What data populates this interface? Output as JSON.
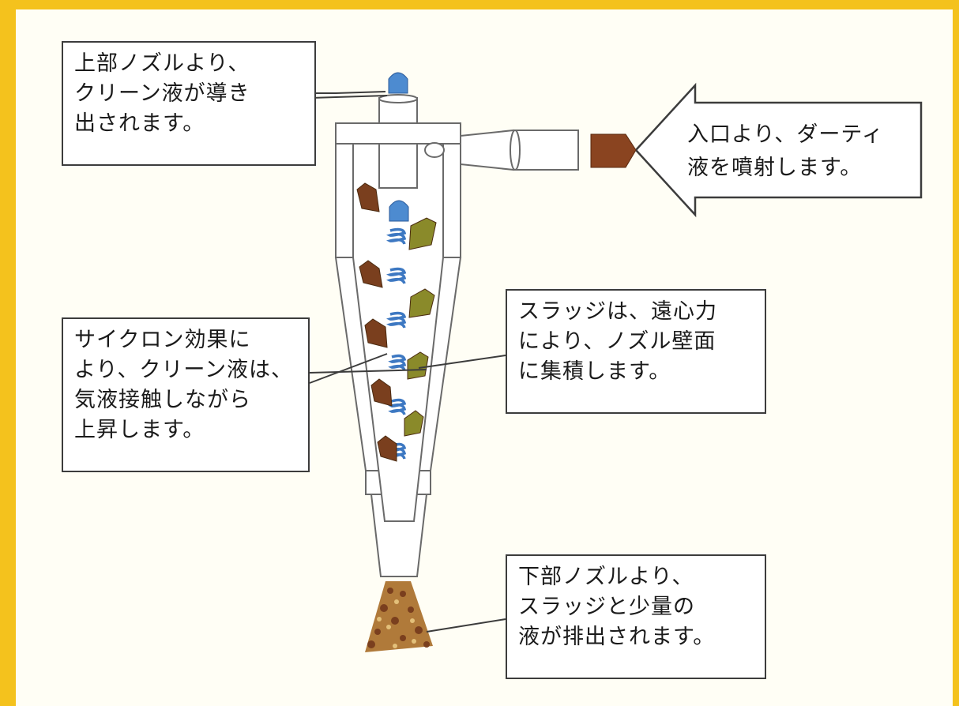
{
  "colors": {
    "frame": "#f4c21d",
    "clean_nozzle": "#4d8bd0",
    "sludge_brown": "#7a3f1e",
    "sludge_olive": "#8a8a2a",
    "dirty_inlet": "#8a4420",
    "outline": "#3c3c3c"
  },
  "callouts": {
    "top_nozzle": {
      "lines": [
        "上部ノズルより、",
        "クリーン液が導き",
        "出されます。"
      ]
    },
    "inlet": {
      "lines": [
        "入口より、ダーティ",
        "液を噴射します。"
      ]
    },
    "cyclone": {
      "lines": [
        "サイクロン効果に",
        "より、クリーン液は、",
        "気液接触しながら",
        "上昇します。"
      ]
    },
    "sludge": {
      "lines": [
        "スラッジは、遠心力",
        "により、ノズル壁面",
        "に集積します。"
      ]
    },
    "bottom_nozzle": {
      "lines": [
        "下部ノズルより、",
        "スラッジと少量の",
        "液が排出されます。"
      ]
    }
  },
  "icons": {
    "clean_liquid": "blue-nozzle-icon",
    "dirty_liquid": "brown-inlet-icon",
    "sludge": "sludge-particle-icon",
    "spiral": "spiral-flow-icon",
    "inlet_arrow": "inlet-arrow-icon",
    "discharge": "sludge-discharge-icon"
  }
}
